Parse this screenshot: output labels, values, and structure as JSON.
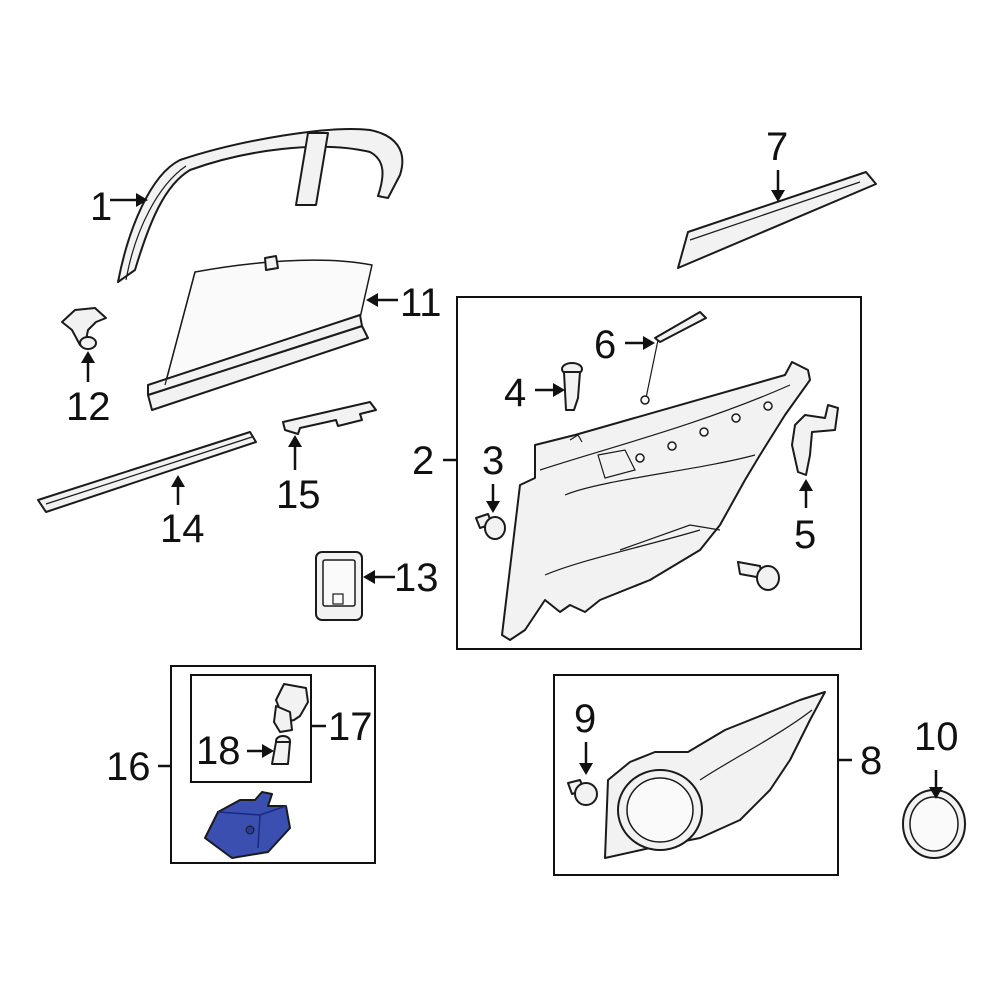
{
  "diagram": {
    "highlight_color": "#3a4fb0",
    "callouts": [
      {
        "id": "1",
        "label": "1"
      },
      {
        "id": "2",
        "label": "2"
      },
      {
        "id": "3",
        "label": "3"
      },
      {
        "id": "4",
        "label": "4"
      },
      {
        "id": "5",
        "label": "5"
      },
      {
        "id": "6",
        "label": "6"
      },
      {
        "id": "7",
        "label": "7"
      },
      {
        "id": "8",
        "label": "8"
      },
      {
        "id": "9",
        "label": "9"
      },
      {
        "id": "10",
        "label": "10"
      },
      {
        "id": "11",
        "label": "11"
      },
      {
        "id": "12",
        "label": "12"
      },
      {
        "id": "13",
        "label": "13"
      },
      {
        "id": "14",
        "label": "14"
      },
      {
        "id": "15",
        "label": "15"
      },
      {
        "id": "16",
        "label": "16"
      },
      {
        "id": "17",
        "label": "17"
      },
      {
        "id": "18",
        "label": "18"
      }
    ]
  }
}
